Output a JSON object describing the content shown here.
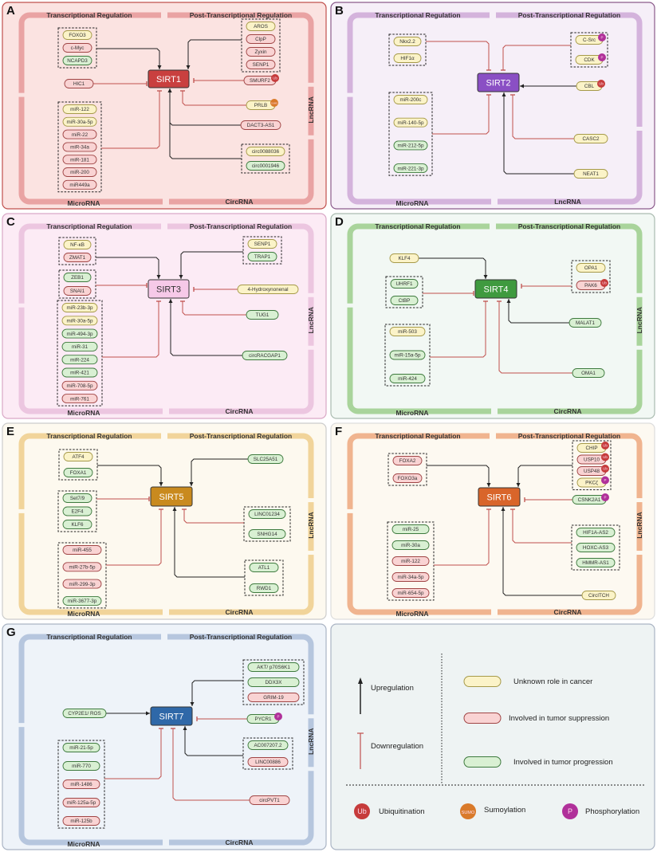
{
  "colors": {
    "upregulation": "#222222",
    "downregulation": "#c0504d",
    "unknown_fill": "#fbf3c8",
    "unknown_stroke": "#a69a4a",
    "suppression_fill": "#f9d3d3",
    "suppression_stroke": "#a04545",
    "progression_fill": "#d9f0d3",
    "progression_stroke": "#3e7a3e",
    "mod_Ub": "#c63b3b",
    "mod_SUMO": "#d97a2a",
    "mod_P": "#b0309a"
  },
  "panels": [
    {
      "letter": "A",
      "center": "SIRT1",
      "center_color": "#c9403f",
      "center_text": "#ffffff",
      "band": "#e9a3a3",
      "bg": "#fbe3e1",
      "border": "#c0504d",
      "labels": {
        "top_left": "Transcriptional Regulation",
        "top_right": "Post-Transcriptional Regulation",
        "right": "LncRNA",
        "bottom_left": "MicroRNA",
        "bottom_right": "CircRNA"
      },
      "groups": [
        {
          "effect": "up",
          "items": [
            {
              "label": "FOXO3",
              "role": "unknown"
            },
            {
              "label": "c-Myc",
              "role": "suppression"
            },
            {
              "label": "NCAPD3",
              "role": "progression"
            }
          ]
        },
        {
          "effect": "down",
          "items": [
            {
              "label": "HIC1",
              "role": "suppression"
            }
          ]
        },
        {
          "effect": "down",
          "items": [
            {
              "label": "miR-122",
              "role": "unknown"
            },
            {
              "label": "miR-30a-5p",
              "role": "unknown"
            },
            {
              "label": "miR-22",
              "role": "suppression"
            },
            {
              "label": "miR-34a",
              "role": "suppression"
            },
            {
              "label": "miR-181",
              "role": "suppression"
            },
            {
              "label": "miR-200",
              "role": "suppression"
            },
            {
              "label": "miR449a",
              "role": "suppression"
            }
          ]
        },
        {
          "effect": "up",
          "items": [
            {
              "label": "AROS",
              "role": "unknown"
            },
            {
              "label": "ClpP",
              "role": "suppression"
            },
            {
              "label": "Zyxin",
              "role": "suppression"
            },
            {
              "label": "SENP1",
              "role": "suppression"
            }
          ]
        },
        {
          "effect": "down",
          "items": [
            {
              "label": "SMURF2",
              "role": "suppression",
              "mod": "Ub"
            }
          ]
        },
        {
          "effect": "down",
          "items": [
            {
              "label": "PRLB",
              "role": "unknown",
              "mod": "SUMO"
            }
          ]
        },
        {
          "effect": "up",
          "items": [
            {
              "label": "DACT3-AS1",
              "role": "suppression"
            }
          ]
        },
        {
          "effect": "up",
          "items": [
            {
              "label": "circ0088036",
              "role": "unknown"
            },
            {
              "label": "circ0001946",
              "role": "progression"
            }
          ]
        }
      ]
    },
    {
      "letter": "B",
      "center": "SIRT2",
      "center_color": "#8a4fc4",
      "center_text": "#ffffff",
      "band": "#d4b3dc",
      "bg": "#f6eff8",
      "border": "#8b5a8b",
      "labels": {
        "top_left": "Transcriptional Regulation",
        "top_right": "Post-Transcriptional Regulation",
        "bottom_left": "MicroRNA",
        "bottom_right": "LncRNA"
      },
      "groups": [
        {
          "effect": "down",
          "items": [
            {
              "label": "Nkx2.2",
              "role": "unknown"
            },
            {
              "label": "HIF1α",
              "role": "unknown"
            }
          ]
        },
        {
          "effect": "down",
          "items": [
            {
              "label": "miR-200c",
              "role": "unknown"
            },
            {
              "label": "miR-140-5p",
              "role": "unknown"
            },
            {
              "label": "miR-212-5p",
              "role": "progression"
            },
            {
              "label": "miR-221-3p",
              "role": "progression"
            }
          ]
        },
        {
          "effect": "down",
          "items": [
            {
              "label": "C-Src",
              "role": "unknown",
              "mod": "P"
            },
            {
              "label": "CDK",
              "role": "unknown",
              "mod": "P"
            }
          ]
        },
        {
          "effect": "up",
          "items": [
            {
              "label": "CBL",
              "role": "unknown",
              "mod": "Ub"
            }
          ]
        },
        {
          "effect": "down",
          "items": [
            {
              "label": "CASC2",
              "role": "unknown"
            }
          ]
        },
        {
          "effect": "up",
          "items": [
            {
              "label": "NEAT1",
              "role": "unknown"
            }
          ]
        }
      ]
    },
    {
      "letter": "C",
      "center": "SIRT3",
      "center_color": "#f6c9e8",
      "center_text": "#333333",
      "band": "#ecc6e0",
      "bg": "#fcebf5",
      "border": "#d9a8c6",
      "labels": {
        "top_left": "Transcriptional Regulation",
        "top_right": "Post-Transcriptional Regulation",
        "right": "LncRNA",
        "bottom_left": "MicroRNA",
        "bottom_right": "CircRNA"
      },
      "groups": [
        {
          "effect": "up",
          "items": [
            {
              "label": "NF-κB",
              "role": "unknown"
            },
            {
              "label": "ZMAT1",
              "role": "suppression"
            }
          ]
        },
        {
          "effect": "down",
          "items": [
            {
              "label": "ZEB1",
              "role": "progression"
            },
            {
              "label": "SNAI1",
              "role": "suppression"
            }
          ]
        },
        {
          "effect": "down",
          "items": [
            {
              "label": "miR-23b-3p",
              "role": "unknown"
            },
            {
              "label": "miR-30a-5p",
              "role": "unknown"
            },
            {
              "label": "miR-494-3p",
              "role": "progression"
            },
            {
              "label": "miR-31",
              "role": "progression"
            },
            {
              "label": "miR-224",
              "role": "progression"
            },
            {
              "label": "miR-421",
              "role": "progression"
            },
            {
              "label": "miR-708-5p",
              "role": "suppression"
            },
            {
              "label": "miR-761",
              "role": "suppression"
            }
          ]
        },
        {
          "effect": "up",
          "items": [
            {
              "label": "SENP1",
              "role": "unknown"
            },
            {
              "label": "TRAP1",
              "role": "progression"
            }
          ]
        },
        {
          "effect": "down",
          "items": [
            {
              "label": "4-Hydroxynonenal",
              "role": "unknown"
            }
          ]
        },
        {
          "effect": "down",
          "items": [
            {
              "label": "TUG1",
              "role": "progression"
            }
          ]
        },
        {
          "effect": "up",
          "items": [
            {
              "label": "circRACGAP1",
              "role": "progression"
            }
          ]
        }
      ]
    },
    {
      "letter": "D",
      "center": "SIRT4",
      "center_color": "#3f9a3f",
      "center_text": "#ffffff",
      "band": "#a9d49b",
      "bg": "#f2f8f4",
      "border": "#aabbb0",
      "labels": {
        "top_left": "Transcriptional Regulation",
        "top_right": "Post-Transcriptional Regulation",
        "right": "LncRNA",
        "bottom_left": "MicroRNA",
        "bottom_right": "CircRNA"
      },
      "groups": [
        {
          "effect": "up",
          "items": [
            {
              "label": "KLF4",
              "role": "unknown"
            }
          ]
        },
        {
          "effect": "down",
          "items": [
            {
              "label": "UHRF1",
              "role": "progression"
            },
            {
              "label": "CtBP",
              "role": "progression"
            }
          ]
        },
        {
          "effect": "down",
          "items": [
            {
              "label": "miR-503",
              "role": "unknown"
            },
            {
              "label": "miR-15a-5p",
              "role": "progression"
            },
            {
              "label": "miR-424",
              "role": "progression"
            }
          ]
        },
        {
          "effect": "down",
          "items": [
            {
              "label": "OPA1",
              "role": "unknown"
            },
            {
              "label": "PAK6",
              "role": "suppression",
              "mod": "Ub"
            }
          ]
        },
        {
          "effect": "up",
          "items": [
            {
              "label": "MALAT1",
              "role": "progression"
            }
          ]
        },
        {
          "effect": "down",
          "items": [
            {
              "label": "OMA1",
              "role": "progression"
            }
          ]
        }
      ]
    },
    {
      "letter": "E",
      "center": "SIRT5",
      "center_color": "#c98a1e",
      "center_text": "#ffffff",
      "band": "#f1d49a",
      "bg": "#fdf9ef",
      "border": "#cccccc",
      "labels": {
        "top_left": "Transcriptional Regulation",
        "top_right": "Post-Transcriptional Regulation",
        "right": "LncRNA",
        "bottom_left": "MicroRNA",
        "bottom_right": "CircRNA"
      },
      "groups": [
        {
          "effect": "up",
          "items": [
            {
              "label": "ATF4",
              "role": "unknown"
            },
            {
              "label": "FOXA1",
              "role": "progression"
            }
          ]
        },
        {
          "effect": "down",
          "items": [
            {
              "label": "Set7/9",
              "role": "progression"
            },
            {
              "label": "E2F4",
              "role": "progression"
            },
            {
              "label": "KLF6",
              "role": "progression"
            }
          ]
        },
        {
          "effect": "down",
          "items": [
            {
              "label": "miR-455",
              "role": "suppression"
            },
            {
              "label": "miR-27b-5p",
              "role": "suppression"
            },
            {
              "label": "miR-299-3p",
              "role": "suppression"
            },
            {
              "label": "miR-3677-3p",
              "role": "progression"
            }
          ]
        },
        {
          "effect": "up",
          "items": [
            {
              "label": "SLC25A51",
              "role": "progression"
            }
          ]
        },
        {
          "effect": "down",
          "items": [
            {
              "label": "LINC01234",
              "role": "progression"
            },
            {
              "label": "SNHG14",
              "role": "progression"
            }
          ]
        },
        {
          "effect": "up",
          "items": [
            {
              "label": "ATL1",
              "role": "progression"
            },
            {
              "label": "RWD1",
              "role": "progression"
            }
          ]
        }
      ]
    },
    {
      "letter": "F",
      "center": "SIRT6",
      "center_color": "#d9652a",
      "center_text": "#ffffff",
      "band": "#f0b48f",
      "bg": "#fdf9f1",
      "border": "#dddddd",
      "labels": {
        "top_left": "Transcriptional Regulation",
        "top_right": "Post-Transcriptional Regulation",
        "right": "LncRNA",
        "bottom_left": "MicroRNA",
        "bottom_right": "CircRNA"
      },
      "groups": [
        {
          "effect": "up",
          "items": [
            {
              "label": "FOXA2",
              "role": "suppression"
            },
            {
              "label": "FOXO3a",
              "role": "suppression"
            }
          ]
        },
        {
          "effect": "down",
          "items": [
            {
              "label": "miR-25",
              "role": "progression"
            },
            {
              "label": "miR-30a",
              "role": "progression"
            },
            {
              "label": "miR-122",
              "role": "suppression"
            },
            {
              "label": "miR-34a-5p",
              "role": "suppression"
            },
            {
              "label": "miR-654-5p",
              "role": "suppression"
            }
          ]
        },
        {
          "effect": "up",
          "items": [
            {
              "label": "CHIP",
              "role": "unknown",
              "mod": "Ub"
            },
            {
              "label": "USP10",
              "role": "suppression",
              "mod": "Ub"
            },
            {
              "label": "USP48",
              "role": "suppression",
              "mod": "Ub"
            },
            {
              "label": "PKCζ",
              "role": "unknown",
              "mod": "P"
            }
          ]
        },
        {
          "effect": "down",
          "items": [
            {
              "label": "CSNK2A1",
              "role": "progression",
              "mod": "P"
            }
          ]
        },
        {
          "effect": "down",
          "items": [
            {
              "label": "HIF1A-AS2",
              "role": "progression"
            },
            {
              "label": "HOXC-AS3",
              "role": "progression"
            },
            {
              "label": "HMMR-AS1",
              "role": "progression"
            }
          ]
        },
        {
          "effect": "up",
          "items": [
            {
              "label": "CircITCH",
              "role": "unknown"
            }
          ]
        }
      ]
    },
    {
      "letter": "G",
      "center": "SIRT7",
      "center_color": "#2f68a8",
      "center_text": "#ffffff",
      "band": "#b6c6de",
      "bg": "#eef3f9",
      "border": "#aab4c4",
      "labels": {
        "top_left": "Transcriptional Regulation",
        "top_right": "Post-Transcriptional Regulation",
        "right": "LncRNA",
        "bottom_left": "MicroRNA",
        "bottom_right": "CircRNA"
      },
      "groups": [
        {
          "effect": "up",
          "items": [
            {
              "label": "CYP2E1/ ROS",
              "role": "progression"
            }
          ]
        },
        {
          "effect": "down",
          "items": [
            {
              "label": "miR-21-5p",
              "role": "progression"
            },
            {
              "label": "miR-770",
              "role": "progression"
            },
            {
              "label": "miR-1486",
              "role": "suppression"
            },
            {
              "label": "miR-125a-5p",
              "role": "suppression"
            },
            {
              "label": "miR-125b",
              "role": "suppression"
            }
          ]
        },
        {
          "effect": "up",
          "items": [
            {
              "label": "AKT/ p70S6K1",
              "role": "progression"
            },
            {
              "label": "DDX3X",
              "role": "progression"
            },
            {
              "label": "GRIM-19",
              "role": "suppression"
            }
          ]
        },
        {
          "effect": "down",
          "items": [
            {
              "label": "PYCR1",
              "role": "progression",
              "mod": "P"
            }
          ]
        },
        {
          "effect": "up",
          "items": [
            {
              "label": "AC007207.2",
              "role": "progression"
            },
            {
              "label": "LINC00886",
              "role": "suppression"
            }
          ]
        },
        {
          "effect": "down",
          "items": [
            {
              "label": "circPVT1",
              "role": "suppression"
            }
          ]
        }
      ]
    }
  ],
  "legend": {
    "bg": "#eef3f3",
    "border": "#aab4c4",
    "upregulation": "Upregulation",
    "downregulation": "Downregulation",
    "roles": [
      {
        "role": "unknown",
        "label": "Unknown role in cancer"
      },
      {
        "role": "suppression",
        "label": "Involved in tumor suppression"
      },
      {
        "role": "progression",
        "label": "Involved in tumor progression"
      }
    ],
    "mods": [
      {
        "mod": "Ub",
        "badge": "Ub",
        "label": "Ubiquitination"
      },
      {
        "mod": "SUMO",
        "badge": "SUMO",
        "label": "Sumoylation"
      },
      {
        "mod": "P",
        "badge": "P",
        "label": "Phosphorylation"
      }
    ]
  }
}
